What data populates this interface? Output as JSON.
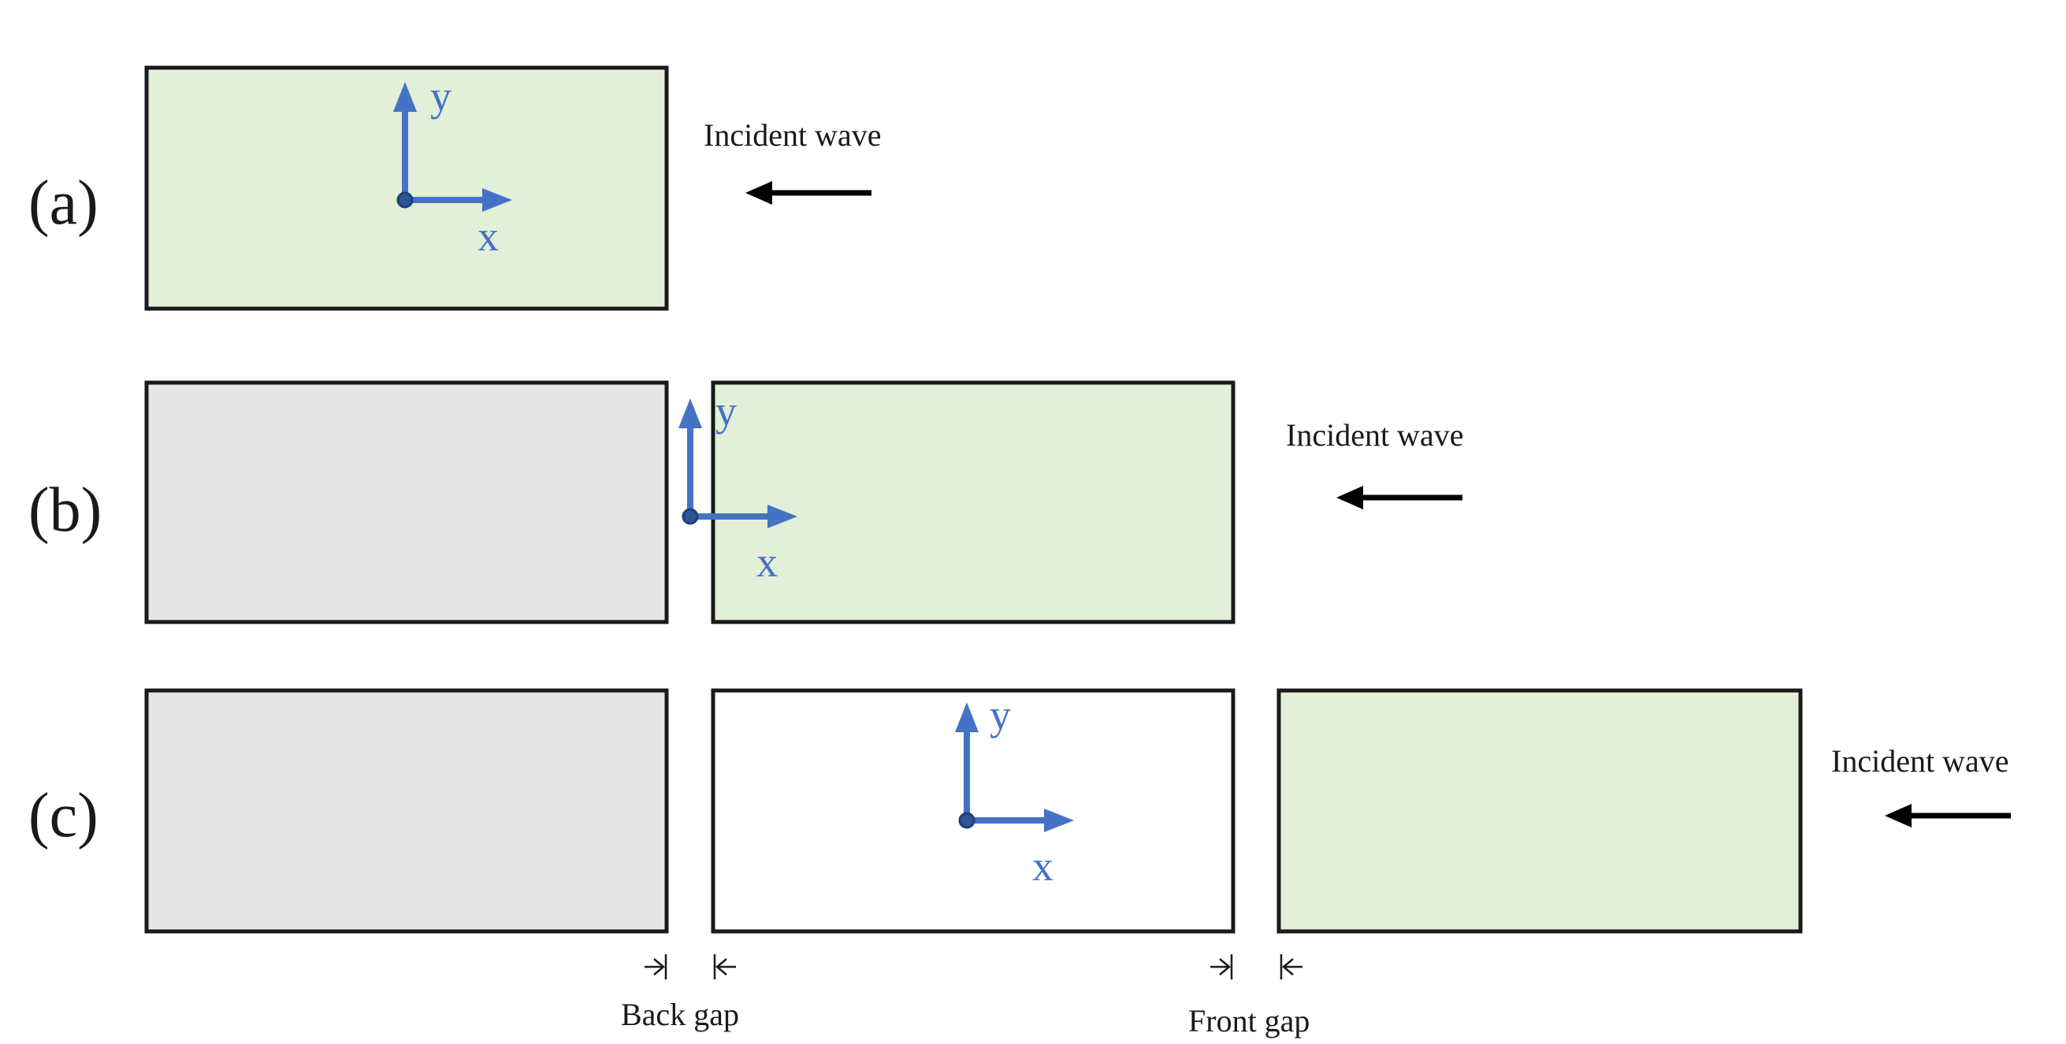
{
  "panels": {
    "a": {
      "label": "(a)",
      "wave_label": "Incident wave"
    },
    "b": {
      "label": "(b)",
      "wave_label": "Incident wave"
    },
    "c": {
      "label": "(c)",
      "wave_label": "Incident wave"
    }
  },
  "axes": {
    "x_label": "x",
    "y_label": "y"
  },
  "gaps": {
    "back_label": "Back gap",
    "front_label": "Front gap"
  },
  "colors": {
    "target_fill": "#e2efd9",
    "neighbor_fill": "#e5e5e5",
    "empty_fill": "#ffffff",
    "axis": "#4472c4",
    "outline": "#1a1a1a"
  }
}
